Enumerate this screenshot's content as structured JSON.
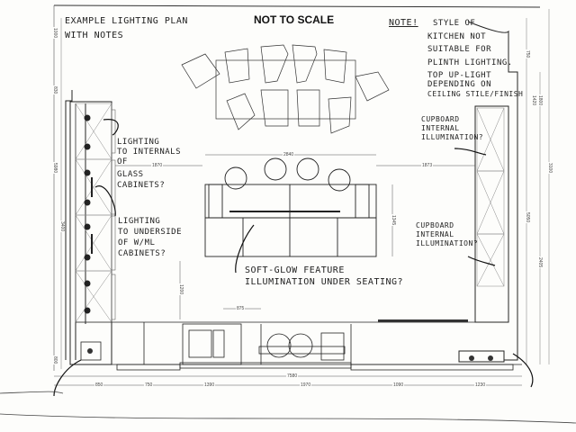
{
  "title": "NOT TO SCALE",
  "notes": {
    "heading": [
      "EXAMPLE LIGHTING PLAN",
      "WITH NOTES"
    ],
    "top_right": {
      "label": "NOTE!",
      "lines": [
        "STYLE OF",
        "KITCHEN NOT",
        "SUITABLE FOR",
        "PLINTH LIGHTING.",
        "TOP UP-LIGHT",
        "DEPENDING ON",
        "CEILING STILE/FINISH"
      ]
    },
    "glass_cabinets": [
      "LIGHTING",
      "TO INTERNALS",
      "OF",
      "GLASS",
      "CABINETS?"
    ],
    "wall_cabinets": [
      "LIGHTING",
      "TO UNDERSIDE",
      "OF W/ML",
      "CABINETS?"
    ],
    "cupboard_1": [
      "CUPBOARD",
      "INTERNAL",
      "ILLUMINATION?"
    ],
    "cupboard_2": [
      "CUPBOARD",
      "INTERNAL",
      "ILLUMINATION?"
    ],
    "seating": [
      "SOFT-GLOW FEATURE",
      "ILLUMINATION UNDER SEATING?"
    ]
  },
  "dimensions": {
    "island_width": "2840",
    "left_gap": "1870",
    "right_gap": "1873",
    "island_depth": "1345",
    "sink_offset": "875",
    "bottom_total": "7580",
    "bottom_segments": [
      "850",
      "750",
      "1390",
      "1970",
      "1090",
      "1230"
    ],
    "left_side": [
      "1000",
      "830",
      "5980",
      "3400",
      "800"
    ],
    "right_side": [
      "750",
      "1420",
      "1800",
      "5050",
      "3100",
      "2405"
    ],
    "island_clear": "1200"
  }
}
